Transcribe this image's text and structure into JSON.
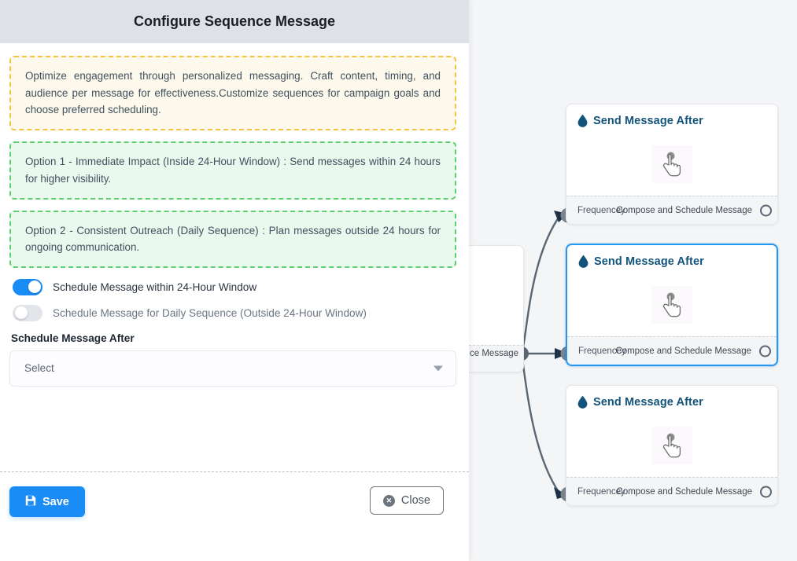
{
  "panel": {
    "title": "Configure Sequence Message",
    "notes": [
      {
        "tone": "orange",
        "text": "Optimize engagement through personalized messaging. Craft content, timing, and audience per message for effectiveness.Customize sequences for campaign goals and choose preferred scheduling."
      },
      {
        "tone": "green",
        "text": "Option 1 - Immediate Impact (Inside 24-Hour Window) : Send messages within 24 hours for higher visibility."
      },
      {
        "tone": "green",
        "text": "Option 2 - Consistent Outreach (Daily Sequence) : Plan messages outside 24 hours for ongoing communication."
      }
    ],
    "toggles": [
      {
        "label": "Schedule Message within 24-Hour Window",
        "state": "on"
      },
      {
        "label": "Schedule Message for Daily Sequence (Outside 24-Hour Window)",
        "state": "off"
      }
    ],
    "field": {
      "label": "Schedule Message After",
      "value": "Select",
      "caret_icon": "chevron-down-icon"
    },
    "footer": {
      "save_label": "Save",
      "save_icon": "save-disk-icon",
      "close_label": "Close",
      "close_icon": "close-circle-icon"
    }
  },
  "canvas": {
    "nodes": [
      {
        "title": "Send Message After",
        "icon": "droplet-icon",
        "center_icon": "pointing-hand-icon",
        "foot_left": "Frequencey",
        "foot_right": "Compose and Schedule Message",
        "selected": false
      },
      {
        "title": "Send Message After",
        "icon": "droplet-icon",
        "center_icon": "pointing-hand-icon",
        "foot_left": "Frequencey",
        "foot_right": "Compose and Schedule Message",
        "selected": true
      },
      {
        "title": "Send Message After",
        "icon": "droplet-icon",
        "center_icon": "pointing-hand-icon",
        "foot_left": "Frequencey",
        "foot_right": "Compose and Schedule Message",
        "selected": false
      }
    ],
    "source_node_label": "ce Message"
  },
  "colors": {
    "accent": "#1a8cf5",
    "selected_border": "#2196f3",
    "note_orange_border": "#f6c343",
    "note_orange_bg": "#fdf9ec",
    "note_green_border": "#5fd072",
    "note_green_bg": "#e9f9ee",
    "header_bg": "#dee2e6",
    "canvas_bg": "#f4f5f7",
    "node_title": "#12537a",
    "edge": "#5a6673"
  }
}
